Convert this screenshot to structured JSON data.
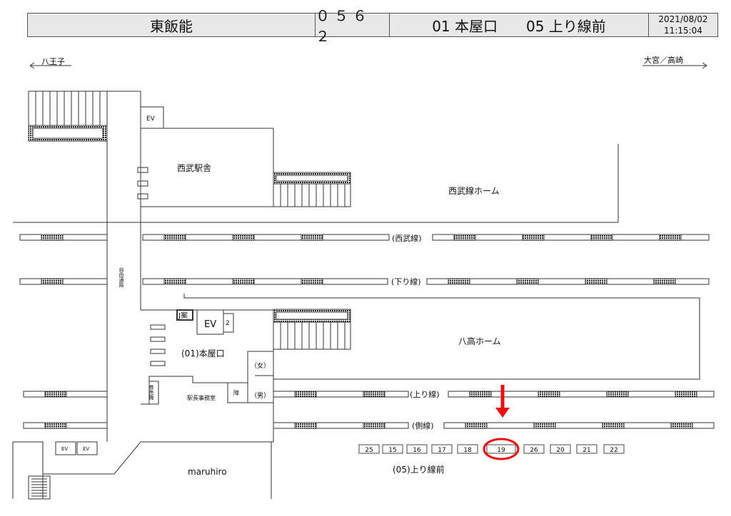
{
  "header": {
    "station": "東飯能",
    "code": "０５６２",
    "location": "01 本屋口　　05 上り線前",
    "date": "2021/08/02",
    "time": "11:15:04"
  },
  "directions": {
    "left": "八王子",
    "right": "大宮／高崎"
  },
  "labels": {
    "seibu_station": "西武駅舎",
    "seibu_home": "西武線ホーム",
    "hachiko_home": "八高ホーム",
    "corridor": "自由通路",
    "exit": "(01)本屋口",
    "ticket": "券売機",
    "office": "駅長事務室",
    "disabled": "障",
    "women": "（女）",
    "men": "（男）",
    "jinfo": "J案",
    "ev": "EV",
    "ev2": "2",
    "maruhiro": "maruhiro",
    "position": "(05)上り線前"
  },
  "tracks": {
    "seibu": "(西武線)",
    "down": "(下り線)",
    "up": "(上り線)",
    "side": "(側線)"
  },
  "cars": [
    "25",
    "15",
    "16",
    "17",
    "18",
    "19",
    "26",
    "20",
    "21",
    "22"
  ],
  "highlight": {
    "car": "19",
    "color": "#e81010"
  }
}
